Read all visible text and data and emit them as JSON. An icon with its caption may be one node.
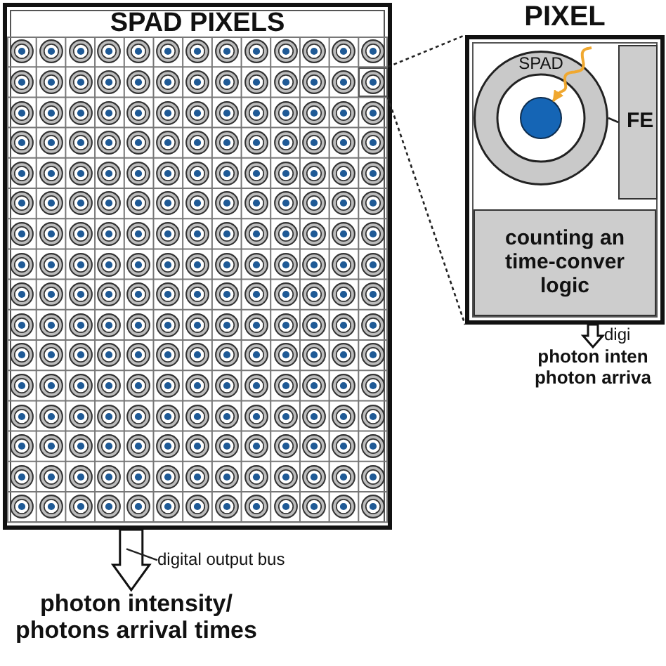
{
  "diagram": {
    "nodes": [
      {
        "text": [
          "SPAD PIXELS"
        ]
      },
      {
        "text": [],
        "shape": "box",
        "in": 0
      },
      {
        "text": [
          "PIXEL"
        ]
      },
      {
        "text": [
          "SPAD"
        ],
        "in": 2
      },
      {
        "text": [],
        "shape": "circle",
        "in": 3
      },
      {
        "text": [
          "FE"
        ],
        "in": 2
      },
      {
        "text": [
          "counting an time-conver logic"
        ],
        "in": 2
      },
      {
        "text": [
          "photon inten photon arriva"
        ]
      },
      {
        "text": [
          "digital output bus"
        ]
      },
      {
        "text": [
          "photon intensity/ photons arrival times"
        ]
      }
    ],
    "edges": [
      {
        "from": 1,
        "to": 2,
        "arrow": "none",
        "style": "dashed"
      },
      {
        "from": 1,
        "to": 2,
        "arrow": "none",
        "style": "dashed"
      },
      {
        "from": null,
        "to": 4,
        "arrow": "to",
        "color": "#f0a830"
      },
      {
        "from": 3,
        "to": 5,
        "arrow": "none"
      },
      {
        "from": 2,
        "to": 7,
        "arrow": "to",
        "label": "digi",
        "style": "thick"
      },
      {
        "from": 0,
        "to": 9,
        "arrow": "to",
        "style": "thick"
      },
      {
        "from": 8,
        "to": null,
        "arrow": "none"
      }
    ]
  }
}
